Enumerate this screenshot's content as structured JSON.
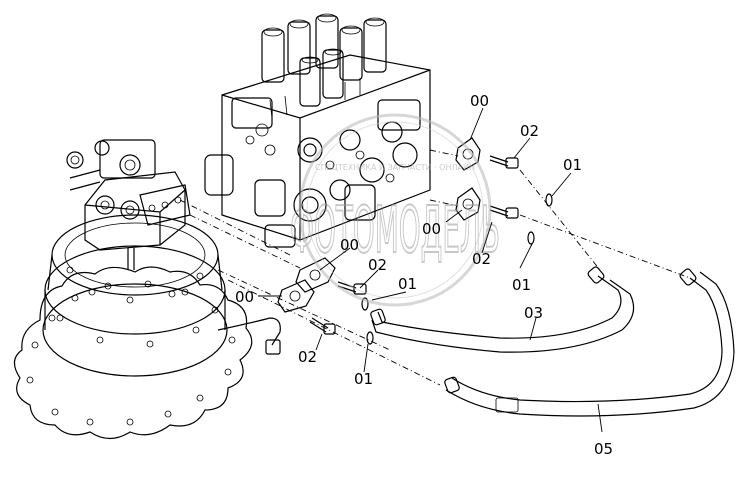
{
  "watermark": {
    "text": "ФОТОМОДЕЛЬ",
    "subtext": "СПЕЦТЕХНИКА И ЗАПЧАСТИ · ОНЛАЙН"
  },
  "callouts": [
    {
      "id": "c1",
      "text": "00"
    },
    {
      "id": "c2",
      "text": "02"
    },
    {
      "id": "c3",
      "text": "01"
    },
    {
      "id": "c4",
      "text": "00"
    },
    {
      "id": "c5",
      "text": "02"
    },
    {
      "id": "c6",
      "text": "01"
    },
    {
      "id": "c7",
      "text": "00"
    },
    {
      "id": "c8",
      "text": "02"
    },
    {
      "id": "c9",
      "text": "01"
    },
    {
      "id": "c10",
      "text": "00"
    },
    {
      "id": "c11",
      "text": "03"
    },
    {
      "id": "c12",
      "text": "02"
    },
    {
      "id": "c13",
      "text": "01"
    },
    {
      "id": "c14",
      "text": "05"
    }
  ]
}
